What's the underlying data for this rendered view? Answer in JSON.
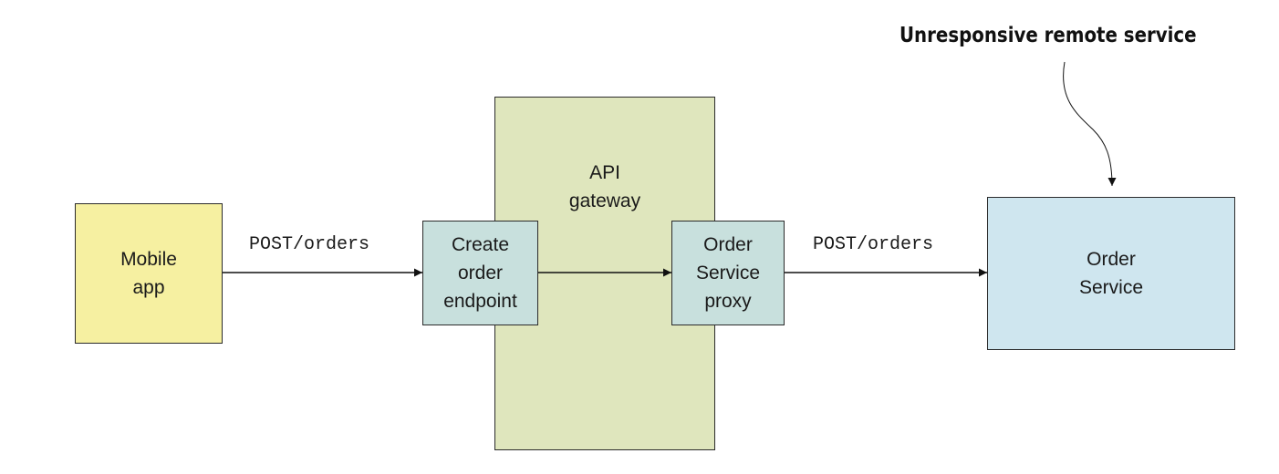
{
  "nodes": {
    "mobile_app": "Mobile\napp",
    "api_gateway": "API\ngateway",
    "create_order_endpoint": "Create\norder\nendpoint",
    "order_service_proxy": "Order\nService\nproxy",
    "order_service": "Order\nService"
  },
  "edges": {
    "mobile_to_endpoint": "POST/orders",
    "proxy_to_service": "POST/orders"
  },
  "annotation": "Unresponsive remote service",
  "colors": {
    "mobile_app": "#f6f0a1",
    "api_gateway": "#dfe6bd",
    "components": "#c8e0dd",
    "order_service": "#cfe6ef"
  }
}
